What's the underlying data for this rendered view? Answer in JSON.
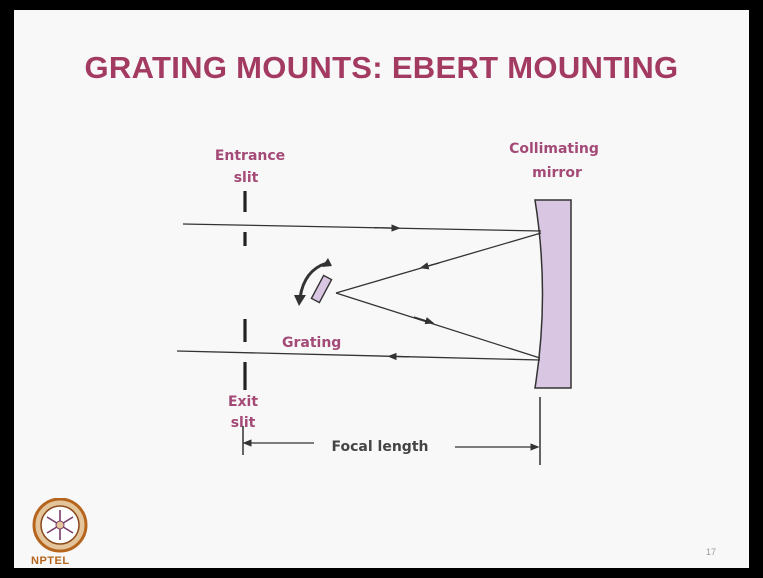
{
  "slide": {
    "title": "GRATING MOUNTS: EBERT MOUNTING",
    "page_number": "17"
  },
  "labels": {
    "entrance_slit_line1": "Entrance",
    "entrance_slit_line2": "slit",
    "collimating_line1": "Collimating",
    "collimating_line2": "mirror",
    "grating": "Grating",
    "exit_slit_line1": "Exit",
    "exit_slit_line2": "slit",
    "focal_length": "Focal length"
  },
  "logo": {
    "text": "NPTEL"
  },
  "colors": {
    "title": "#a33a62",
    "label": "#a34a77",
    "mirror_fill": "#d8c6e2",
    "line": "#333333"
  }
}
